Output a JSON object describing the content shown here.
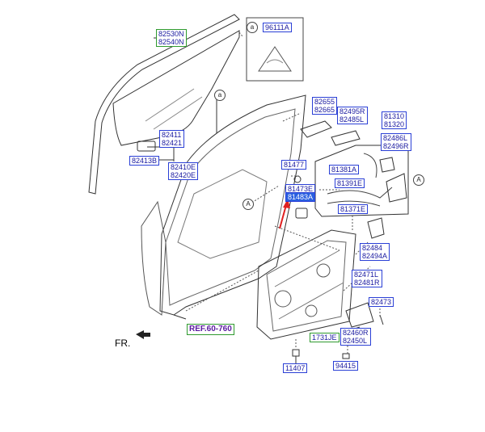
{
  "labels": {
    "l82530": [
      "82530N",
      "82540N"
    ],
    "l96111": "96111A",
    "l82655": [
      "82655",
      "82665"
    ],
    "l82495": [
      "82495R",
      "82485L"
    ],
    "l81310": [
      "81310",
      "81320"
    ],
    "l82486": [
      "82486L",
      "82496R"
    ],
    "l82411": [
      "82411",
      "82421"
    ],
    "l82413": "82413B",
    "l82410": [
      "82410E",
      "82420E"
    ],
    "l81477": "81477",
    "l81381": "81381A",
    "l81391": "81391E",
    "l81473": "81473E",
    "l81483": "81483A",
    "l81371": "81371E",
    "l82484": [
      "82484",
      "82494A"
    ],
    "l82471": [
      "82471L",
      "82481R"
    ],
    "l82473": "82473",
    "l82460": [
      "82460R",
      "82450L"
    ],
    "l1731": "1731JE",
    "lref": "REF.60-760",
    "l11407": "11407",
    "l94415": "94415"
  },
  "markers": {
    "a1": "a",
    "a2": "A",
    "a3": "A",
    "a4": "a"
  },
  "fr": "FR.",
  "colors": {
    "label_border": "#2a3fd6",
    "label_text": "#1a1aa0",
    "green_border": "#2f9a2f",
    "arrow": "#e02020",
    "selected_fill": "#2a5fe0"
  }
}
